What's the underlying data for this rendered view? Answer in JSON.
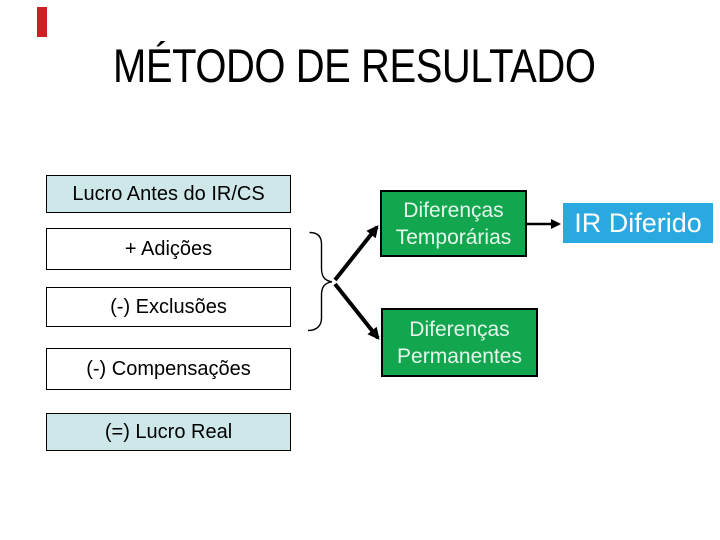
{
  "slide": {
    "title": "MÉTODO DE RESULTADO",
    "left_flow": [
      {
        "label": "Lucro Antes do IR/CS",
        "highlighted": true
      },
      {
        "label": "+ Adições",
        "highlighted": false
      },
      {
        "label": "(-) Exclusões",
        "highlighted": false
      },
      {
        "label": "(-) Compensações",
        "highlighted": false
      },
      {
        "label": "(=) Lucro Real",
        "highlighted": true
      }
    ],
    "difference_boxes": [
      {
        "line1": "Diferenças",
        "line2": "Temporárias"
      },
      {
        "line1": "Diferenças",
        "line2": "Permanentes"
      }
    ],
    "result_box": {
      "label": "IR Diferido"
    },
    "colors": {
      "accent_red": "#cf1f25",
      "highlight_fill": "#cee7e9",
      "green_fill": "#12a74f",
      "cyan_fill": "#29a9e0",
      "text_dark": "#000000",
      "text_light": "#e6f5eb"
    }
  }
}
